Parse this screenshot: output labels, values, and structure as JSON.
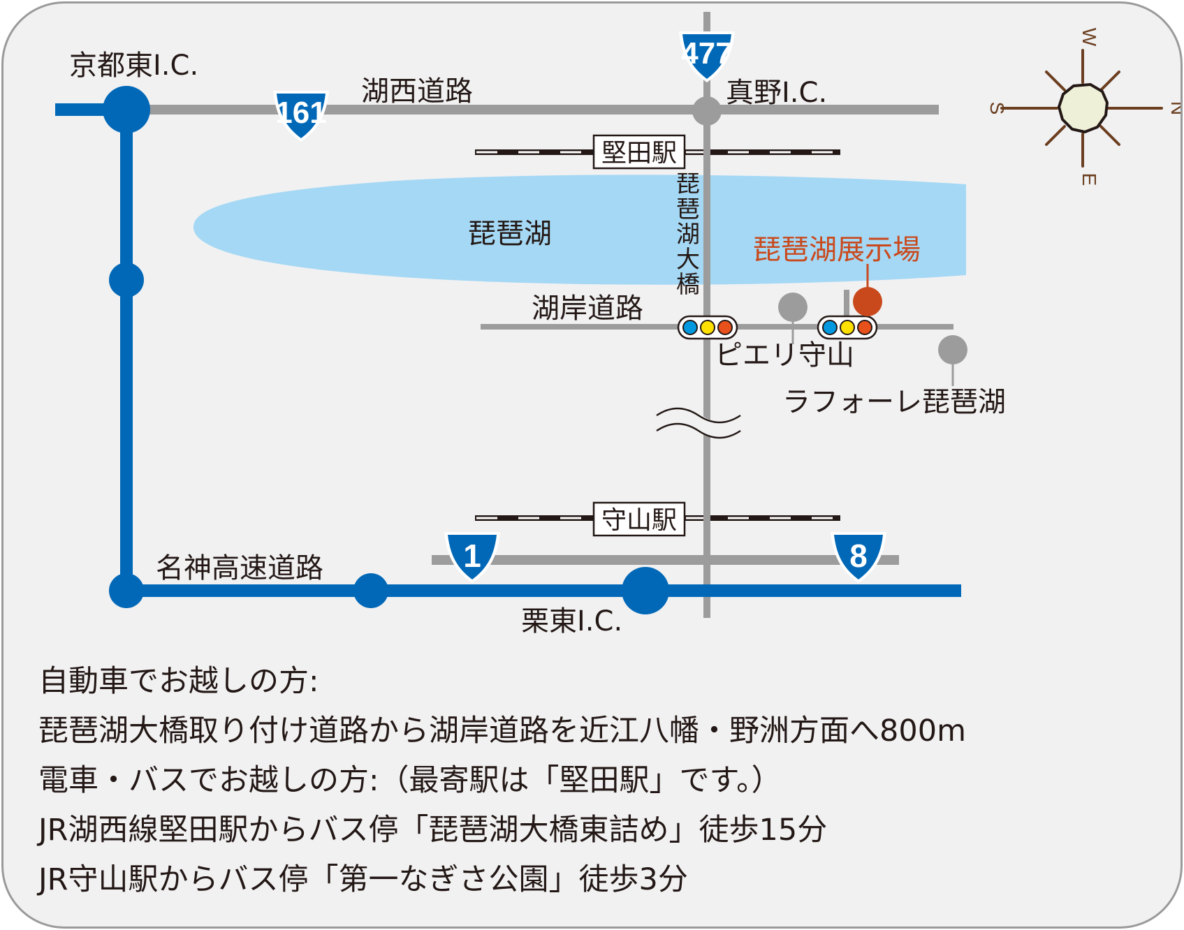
{
  "colors": {
    "highway": "#0068b7",
    "road": "#9c9c9c",
    "lake": "#a5d8f4",
    "venue": "#c9491c",
    "compass": "#6b3e1f",
    "compass_center": "#eef0d8",
    "text": "#231815",
    "background": "#f1f1f2"
  },
  "map": {
    "highways": {
      "top_ic": "京都東I.C.",
      "bottom_ic": "栗東I.C.",
      "expressway": "名神高速道路",
      "top_road": "湖西道路",
      "top_right_ic": "真野I.C."
    },
    "routes": {
      "r161": "161",
      "r477": "477",
      "r1": "1",
      "r8": "8"
    },
    "stations": {
      "katata": "堅田駅",
      "moriyama": "守山駅"
    },
    "lake": "琵琶湖",
    "bridge_chars": [
      "琵",
      "琶",
      "湖",
      "大",
      "橋"
    ],
    "lakeside_road": "湖岸道路",
    "venue": "琵琶湖展示場",
    "landmarks": {
      "pieri": "ピエリ守山",
      "laforet": "ラフォーレ琵琶湖"
    },
    "compass": {
      "w": "W",
      "n": "N",
      "s": "S",
      "e": "E",
      "icon": "compass-rose-icon"
    },
    "signal_icon": "traffic-signal-icon"
  },
  "directions": [
    "自動車でお越しの方:",
    "琵琶湖大橋取り付け道路から湖岸道路を近江八幡・野洲方面へ800m",
    "電車・バスでお越しの方:（最寄駅は「堅田駅」です。）",
    "JR湖西線堅田駅からバス停「琵琶湖大橋東詰め」徒歩15分",
    "JR守山駅からバス停「第一なぎさ公園」徒歩3分"
  ]
}
